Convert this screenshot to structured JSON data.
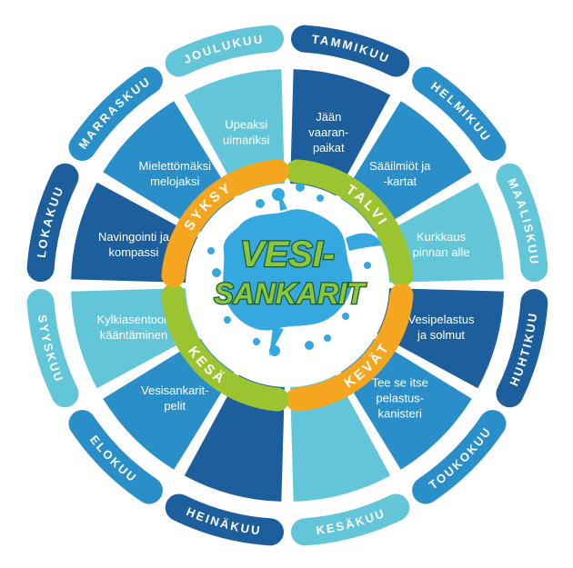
{
  "colors": {
    "dark": "#1c5f9c",
    "mid": "#2a8fc8",
    "light": "#63c6d8",
    "orange": "#f5a51e",
    "green": "#9cc431",
    "logo_green": "#8cc63f",
    "logo_dark": "#165a2e",
    "splash": "#35a8e0"
  },
  "months": [
    {
      "label": "TAMMIKUU",
      "activity": [
        "Jään",
        "vaaran-",
        "paikat"
      ],
      "color": "dark"
    },
    {
      "label": "HELMIKUU",
      "activity": [
        "Sääilmiöt ja",
        "-kartat"
      ],
      "color": "mid"
    },
    {
      "label": "MAALISKUU",
      "activity": [
        "Kurkkaus",
        "pinnan alle"
      ],
      "color": "light"
    },
    {
      "label": "HUHTIKUU",
      "activity": [
        "Vesipelastus",
        "ja solmut"
      ],
      "color": "dark"
    },
    {
      "label": "TOUKOKUU",
      "activity": [
        "Tee se itse",
        "pelastus-",
        "kanisteri"
      ],
      "color": "mid"
    },
    {
      "label": "KESÄKUU",
      "activity": [],
      "color": "light"
    },
    {
      "label": "HEINÄKUU",
      "activity": [],
      "color": "dark"
    },
    {
      "label": "ELOKUU",
      "activity": [
        "Vesisankarit-",
        "pelit"
      ],
      "color": "mid"
    },
    {
      "label": "SYYSKUU",
      "activity": [
        "Kylkiasentoon",
        "kääntäminen"
      ],
      "color": "light"
    },
    {
      "label": "LOKAKUU",
      "activity": [
        "Navingointi ja",
        "kompassi"
      ],
      "color": "dark"
    },
    {
      "label": "MARRASKUU",
      "activity": [
        "Mielettömäksi",
        "melojaksi"
      ],
      "color": "mid"
    },
    {
      "label": "JOULUKUU",
      "activity": [
        "Upeaksi",
        "uimariksi"
      ],
      "color": "light"
    }
  ],
  "seasons": [
    {
      "label": "TALVI",
      "color": "green",
      "from": 5,
      "to": 85
    },
    {
      "label": "KEVÄT",
      "color": "orange",
      "from": 95,
      "to": 175
    },
    {
      "label": "KESÄ",
      "color": "green",
      "from": 185,
      "to": 265
    },
    {
      "label": "SYKSY",
      "color": "orange",
      "from": 275,
      "to": 355
    }
  ],
  "logo": {
    "line1": "VESI-",
    "line2": "SANKARIT"
  }
}
